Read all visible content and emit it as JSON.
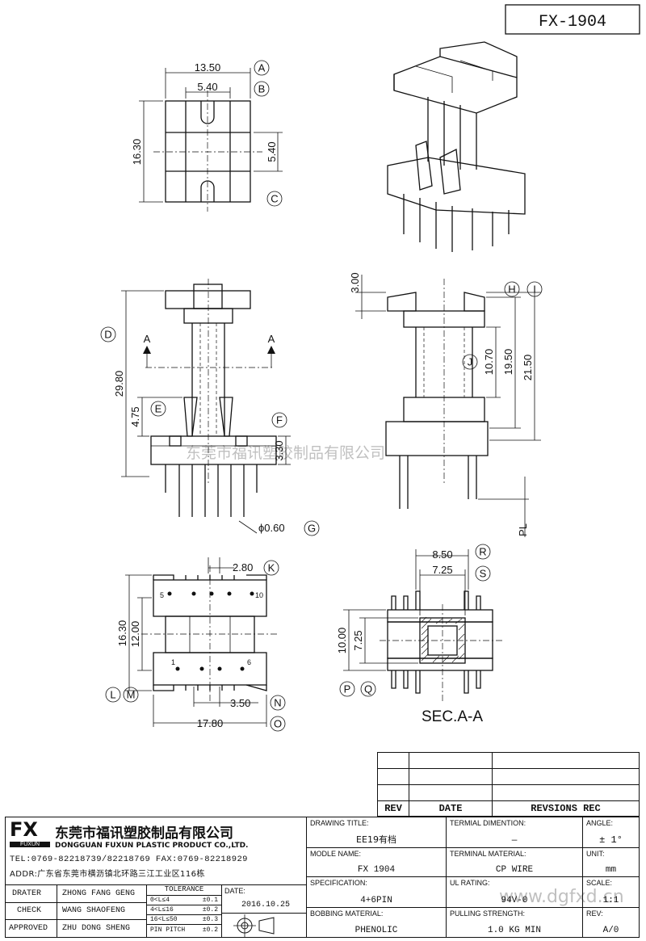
{
  "part_number": "FX-1904",
  "dimensions": {
    "a": "13.50",
    "b": "5.40",
    "b2": "5.40",
    "h1": "16.30",
    "d": "29.80",
    "e": "4.75",
    "f": "3.30",
    "g": "ϕ0.60",
    "h": "3.00",
    "j": "10.70",
    "j2": "19.50",
    "i": "21.50",
    "k": "2.80",
    "l": "16.30",
    "m": "12.00",
    "n": "3.50",
    "o": "17.80",
    "r": "8.50",
    "s": "7.25",
    "p": "10.00",
    "q": "7.25",
    "pl": "PL"
  },
  "callouts": [
    "A",
    "B",
    "C",
    "D",
    "E",
    "F",
    "G",
    "H",
    "I",
    "J",
    "K",
    "L",
    "M",
    "N",
    "O",
    "P",
    "Q",
    "R",
    "S"
  ],
  "section_arrow_label": "A",
  "pin_labels": {
    "p5": "5",
    "p10": "10",
    "p1": "1",
    "p6": "6"
  },
  "section_title": "SEC.A-A",
  "watermark": "东莞市福讯塑胶制品有限公司",
  "watermark_url": "www.dgfxd.cn",
  "rev_table": {
    "rev": "REV",
    "date": "DATE",
    "rec": "REVSIONS REC"
  },
  "company": {
    "logo": "FX",
    "logo_sub": "FUXUN",
    "name_cn": "东莞市福讯塑胶制品有限公司",
    "name_en": "DONGGUAN FUXUN PLASTIC PRODUCT CO.,LTD.",
    "tel": "TEL:0769-82218739/82218769 FAX:0769-82218929",
    "addr": "ADDR:广东省东莞市横沥镇北环路三江工业区116栋"
  },
  "people": {
    "drater_label": "DRATER",
    "drater": "ZHONG FANG GENG",
    "check_label": "CHECK",
    "check": "WANG SHAOFENG",
    "approved_label": "APPROVED",
    "approved": "ZHU DONG SHENG"
  },
  "tolerance": {
    "title": "TOLERANCE",
    "r1": "0<L≤4",
    "r1v": "±0.1",
    "r2": "4<L≤16",
    "r2v": "±0.2",
    "r3": "16<L≤50",
    "r3v": "±0.3",
    "r4": "PIN PITCH",
    "r4v": "±0.2"
  },
  "date_label": "DATE:",
  "date": "2016.10.25",
  "fields": {
    "drawing_title_label": "DRAWING TITLE:",
    "drawing_title": "EE19有档",
    "model_name_label": "MODLE NAME:",
    "model_name": "FX 1904",
    "spec_label": "SPECIFICATION:",
    "spec": "4+6PIN",
    "bobbing_label": "BOBBING MATERIAL:",
    "bobbing": "PHENOLIC",
    "term_dim_label": "TERMIAL DIMENTION:",
    "term_dim": "—",
    "term_mat_label": "TERMINAL MATERIAL:",
    "term_mat": "CP WIRE",
    "ul_label": "UL RATING:",
    "ul": "94V-0",
    "pull_label": "PULLING STRENGTH:",
    "pull": "1.0 KG MIN",
    "angle_label": "ANGLE:",
    "angle": "± 1°",
    "unit_label": "UNIT:",
    "unit": "mm",
    "scale_label": "SCALE:",
    "scale": "1:1",
    "rev_label": "REV:",
    "rev": "A/0"
  }
}
